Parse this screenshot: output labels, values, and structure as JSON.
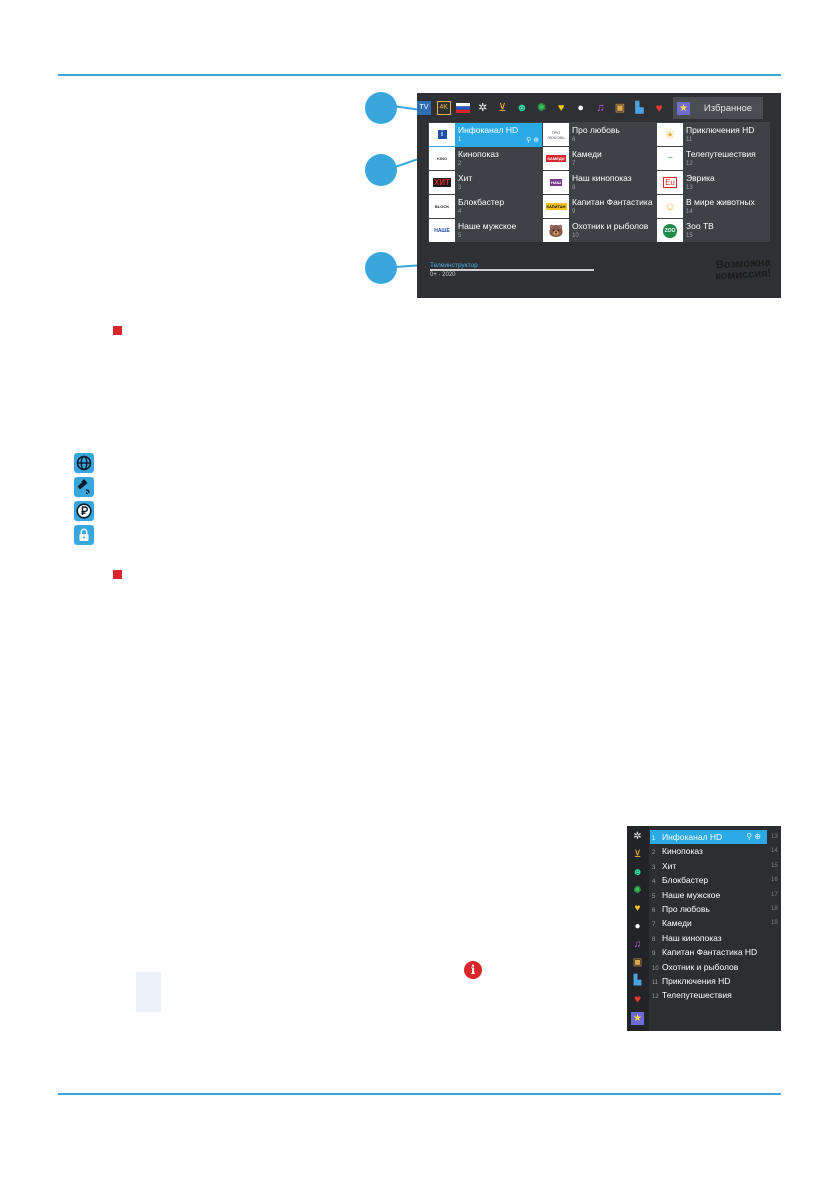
{
  "colors": {
    "accent": "#3aa7dc",
    "marker": "#d8262b",
    "selection": "#29a9e6"
  },
  "screen1": {
    "category_icons": [
      "tv-icon",
      "4k-icon",
      "russia-flag-icon",
      "film-reel-icon",
      "cart-icon",
      "theater-mask-icon",
      "science-icon",
      "balloon-icon",
      "soccer-ball-icon",
      "music-note-icon",
      "briefcase-icon",
      "chart-icon",
      "heart-icon"
    ],
    "favorites_label": "Избранное",
    "channels": [
      {
        "name": "Инфоканал HD",
        "num": "1",
        "logo": "i",
        "selected": true
      },
      {
        "name": "Кинопоказ",
        "num": "2",
        "logo": "KINO"
      },
      {
        "name": "Хит",
        "num": "3",
        "logo": "ХИТ"
      },
      {
        "name": "Блокбастер",
        "num": "4",
        "logo": "BLOCK"
      },
      {
        "name": "Наше мужское",
        "num": "5",
        "logo": "НАШЕ"
      },
      {
        "name": "Про любовь",
        "num": "6",
        "logo": "ПРО ЛЮБОВЬ"
      },
      {
        "name": "Камеди",
        "num": "7",
        "logo": "КАМЕДИ"
      },
      {
        "name": "Наш кинопоказ",
        "num": "8",
        "logo": "НАШ"
      },
      {
        "name": "Капитан Фантастика",
        "num": "9",
        "logo": "КАПИТАН"
      },
      {
        "name": "Охотник и рыболов",
        "num": "10",
        "logo": "🐻"
      },
      {
        "name": "Приключения HD",
        "num": "11",
        "logo": "☀"
      },
      {
        "name": "Телепутешествия",
        "num": "12",
        "logo": "~"
      },
      {
        "name": "Эврика",
        "num": "13",
        "logo": "Eu"
      },
      {
        "name": "В мире животных",
        "num": "14",
        "logo": "☺"
      },
      {
        "name": "Зоо ТВ",
        "num": "15",
        "logo": "ZOO"
      }
    ],
    "program_title": "Телеинструктор",
    "program_meta": "0+ · 2020",
    "background_text_line1": "Возможна",
    "background_text_line2": "комиссия!"
  },
  "legend_icons": [
    "globe-icon",
    "satellite-icon",
    "ruble-icon",
    "lock-icon"
  ],
  "screen2": {
    "category_icons": [
      "film-reel-icon",
      "cart-icon",
      "theater-mask-icon",
      "science-icon",
      "balloon-icon",
      "soccer-ball-icon",
      "music-note-icon",
      "briefcase-icon",
      "chart-icon",
      "heart-icon",
      "star-icon"
    ],
    "list": [
      {
        "num": "1",
        "name": "Инфоканал HD",
        "selected": true
      },
      {
        "num": "2",
        "name": "Кинопоказ"
      },
      {
        "num": "3",
        "name": "Хит"
      },
      {
        "num": "4",
        "name": "Блокбастер"
      },
      {
        "num": "5",
        "name": "Наше мужское"
      },
      {
        "num": "6",
        "name": "Про любовь"
      },
      {
        "num": "7",
        "name": "Камеди"
      },
      {
        "num": "8",
        "name": "Наш кинопоказ"
      },
      {
        "num": "9",
        "name": "Капитан Фантастика HD"
      },
      {
        "num": "10",
        "name": "Охотник и рыболов"
      },
      {
        "num": "11",
        "name": "Приключения HD"
      },
      {
        "num": "12",
        "name": "Телепутешествия"
      }
    ],
    "second_column_numbers": [
      "13",
      "14",
      "15",
      "16",
      "17",
      "18",
      "19"
    ],
    "selected_row_icons": "⚲ ⊕"
  }
}
